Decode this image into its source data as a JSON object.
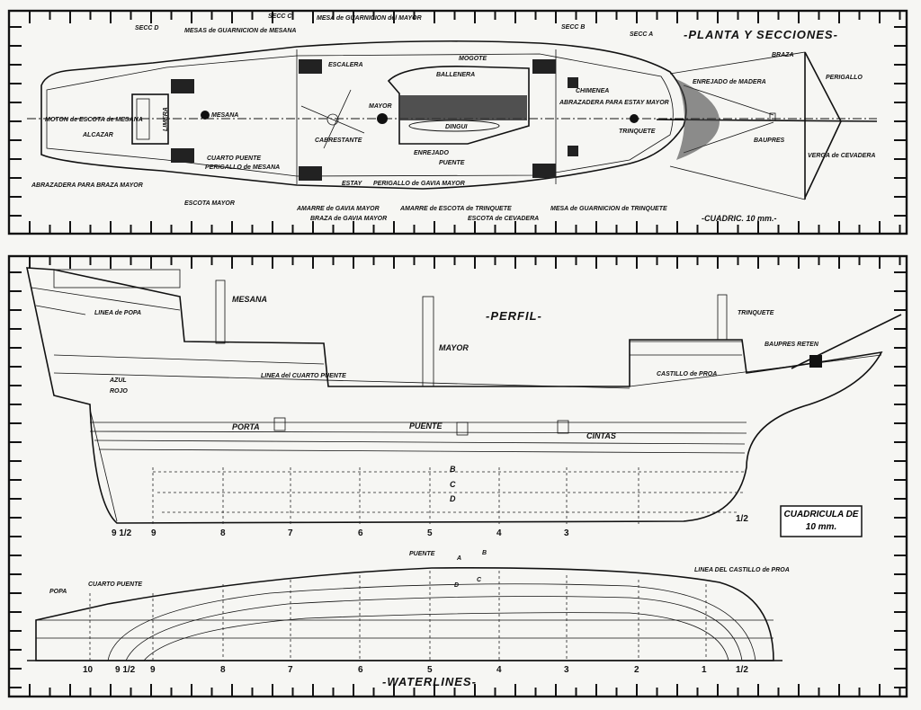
{
  "plan": {
    "title": "-PLANTA Y SECCIONES-",
    "scale": "-CUADRIC. 10 mm.-",
    "labels": [
      "SECC D",
      "MESAS de GUARNICION de MESANA",
      "SECC C",
      "MESA de GUARNICION del MAYOR",
      "SECC B",
      "SECC A",
      "ESCALERA",
      "BALLENERA",
      "MOGOTE",
      "CHIMENEA",
      "ABRAZADERA PARA ESTAY MAYOR",
      "TRINQUETE",
      "ENREJADO de MADERA",
      "BRAZA",
      "PERIGALLO",
      "MOTON de ESCOTA de MESANA",
      "ALCAZAR",
      "LIMERA",
      "MESANA",
      "MAYOR",
      "CABRESTANTE",
      "DINGUI",
      "ENREJADO",
      "PUENTE",
      "BAUPRES",
      "VERGA de CEVADERA",
      "CUARTO PUENTE",
      "PERIGALLO de MESANA",
      "ABRAZADERA PARA BRAZA MAYOR",
      "ESCOTA MAYOR",
      "ESTAY",
      "PERIGALLO de GAVIA MAYOR",
      "AMARRE de GAVIA MAYOR",
      "BRAZA de GAVIA MAYOR",
      "AMARRE de ESCOTA de TRINQUETE",
      "ESCOTA de CEVADERA",
      "MESA de GUARNICION de TRINQUETE"
    ]
  },
  "profile": {
    "title": "-PERFIL-",
    "labels": [
      "MESANA",
      "LINEA de POPA",
      "AZUL",
      "ROJO",
      "LINEA del CUARTO PUENTE",
      "MAYOR",
      "TRINQUETE",
      "BAUPRES RETEN",
      "CASTILLO de PROA",
      "PORTA",
      "PUENTE",
      "CINTAS",
      "B",
      "C",
      "D"
    ],
    "stations": [
      "9 1/2",
      "9",
      "8",
      "7",
      "6",
      "5",
      "4",
      "3",
      "1/2"
    ],
    "grid_note": "CUADRICULA DE 10 mm."
  },
  "waterlines": {
    "title": "-WATERLINES-",
    "labels": [
      "POPA",
      "CUARTO PUENTE",
      "PUENTE",
      "A",
      "B",
      "C",
      "D",
      "LINEA DEL CASTILLO de PROA"
    ],
    "stations": [
      "10",
      "9 1/2",
      "9",
      "8",
      "7",
      "6",
      "5",
      "4",
      "3",
      "2",
      "1",
      "1/2"
    ]
  }
}
